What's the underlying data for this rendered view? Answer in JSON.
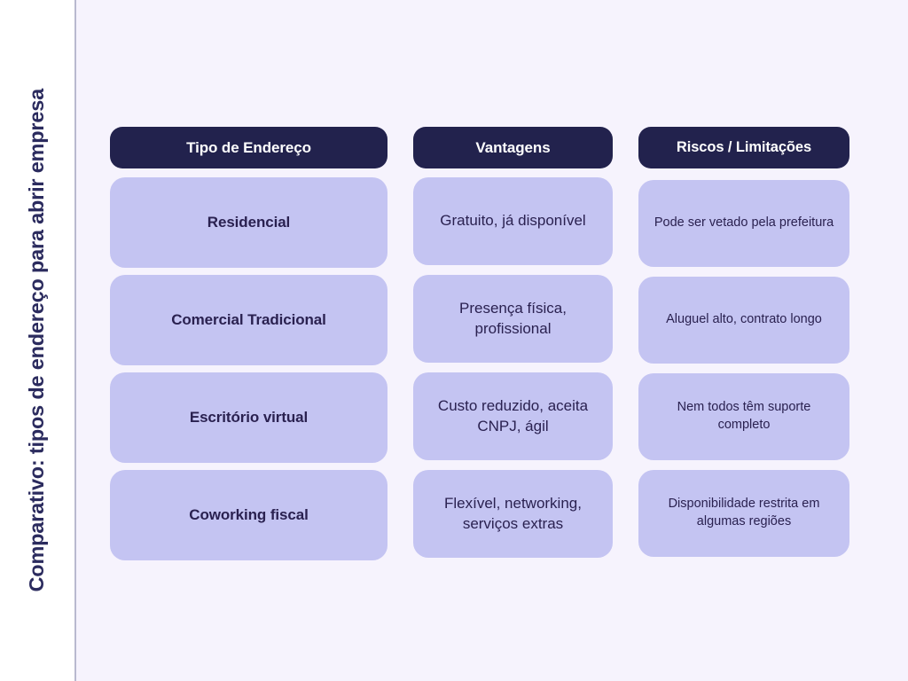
{
  "slide": {
    "side_title": "Comparativo: tipos de endereço para abrir empresa",
    "colors": {
      "canvas_background": "#f6f3fd",
      "rail_background": "#ffffff",
      "rail_divider": "#b9b9cf",
      "header_background": "#22224d",
      "header_text": "#ffffff",
      "cell_background": "#c4c4f2",
      "cell_text": "#2a2150",
      "side_title_text": "#2b2b5e"
    }
  },
  "table": {
    "headers": [
      "Tipo de Endereço",
      "Vantagens",
      "Riscos / Limitações"
    ],
    "rows": [
      {
        "tipo": "Residencial",
        "vantagens": "Gratuito, já disponível",
        "riscos": "Pode ser vetado pela prefeitura"
      },
      {
        "tipo": "Comercial Tradicional",
        "vantagens": "Presença física, profissional",
        "riscos": "Aluguel alto, contrato longo"
      },
      {
        "tipo": "Escritório virtual",
        "vantagens": "Custo reduzido, aceita CNPJ, ágil",
        "riscos": "Nem todos têm suporte completo"
      },
      {
        "tipo": "Coworking fiscal",
        "vantagens": "Flexível, networking, serviços extras",
        "riscos": "Disponibilidade restrita em algumas regiões"
      }
    ]
  }
}
